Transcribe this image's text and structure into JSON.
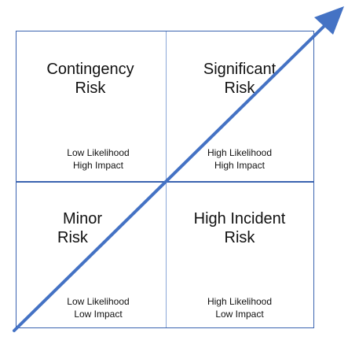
{
  "quadrants": {
    "top_left": {
      "title_1": "Contingency",
      "title_2": "Risk",
      "sub_1": "Low Likelihood",
      "sub_2": "High Impact"
    },
    "top_right": {
      "title_1": "Significant",
      "title_2": "Risk",
      "sub_1": "High Likelihood",
      "sub_2": "High Impact"
    },
    "bottom_left": {
      "title_1": "Minor",
      "title_2": "Risk",
      "sub_1": "Low Likelihood",
      "sub_2": "Low Impact"
    },
    "bottom_right": {
      "title_1": "High Incident",
      "title_2": "Risk",
      "sub_1": "High Likelihood",
      "sub_2": "Low Impact"
    }
  },
  "colors": {
    "border": "#3a63b0",
    "arrow": "#4472c4",
    "text": "#111111"
  }
}
